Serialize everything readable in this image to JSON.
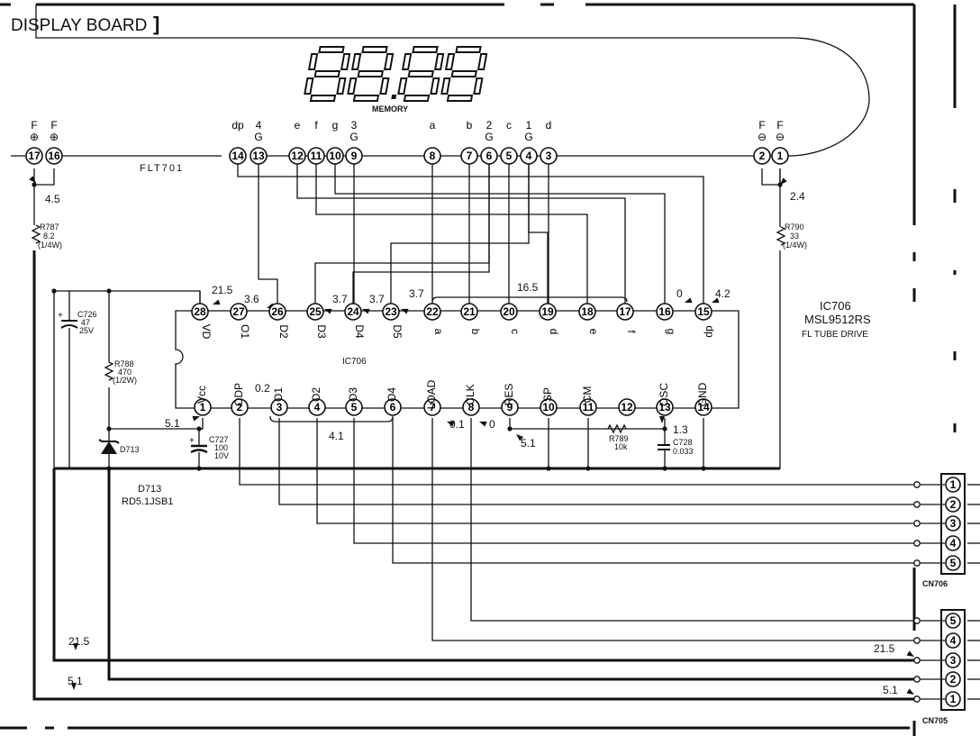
{
  "title": "DISPLAY BOARD",
  "display": {
    "digits": "88.88",
    "caption": "MEMORY",
    "ref": "FLT701"
  },
  "fl_tube_pins": [
    {
      "num": "17",
      "label": "F",
      "sym": "⊕"
    },
    {
      "num": "16",
      "label": "F",
      "sym": "⊕"
    },
    {
      "num": "14",
      "label": "dp",
      "sym": ""
    },
    {
      "num": "13",
      "label": "4",
      "sym": "G"
    },
    {
      "num": "12",
      "label": "e",
      "sym": ""
    },
    {
      "num": "11",
      "label": "f",
      "sym": ""
    },
    {
      "num": "10",
      "label": "g",
      "sym": ""
    },
    {
      "num": "9",
      "label": "3",
      "sym": "G"
    },
    {
      "num": "8",
      "label": "a",
      "sym": ""
    },
    {
      "num": "7",
      "label": "b",
      "sym": ""
    },
    {
      "num": "6",
      "label": "2",
      "sym": "G"
    },
    {
      "num": "5",
      "label": "c",
      "sym": ""
    },
    {
      "num": "4",
      "label": "1",
      "sym": "G"
    },
    {
      "num": "3",
      "label": "d",
      "sym": ""
    },
    {
      "num": "2",
      "label": "F",
      "sym": "⊖"
    },
    {
      "num": "1",
      "label": "F",
      "sym": "⊖"
    }
  ],
  "ic": {
    "ref": "IC706",
    "part": "MSL9512RS",
    "function": "FL TUBE DRIVE",
    "body_label": "IC706",
    "top_pins": [
      {
        "num": "28",
        "name": "VD"
      },
      {
        "num": "27",
        "name": "O1"
      },
      {
        "num": "26",
        "name": "D2"
      },
      {
        "num": "25",
        "name": "D3"
      },
      {
        "num": "24",
        "name": "D4"
      },
      {
        "num": "23",
        "name": "D5"
      },
      {
        "num": "22",
        "name": "a"
      },
      {
        "num": "21",
        "name": "b"
      },
      {
        "num": "20",
        "name": "c"
      },
      {
        "num": "19",
        "name": "d"
      },
      {
        "num": "18",
        "name": "e"
      },
      {
        "num": "17",
        "name": "f"
      },
      {
        "num": "16",
        "name": "g"
      },
      {
        "num": "15",
        "name": "dp"
      }
    ],
    "bottom_pins": [
      {
        "num": "1",
        "name": "Vcc"
      },
      {
        "num": "2",
        "name": "ODP"
      },
      {
        "num": "3",
        "name": "O1"
      },
      {
        "num": "4",
        "name": "O2"
      },
      {
        "num": "5",
        "name": "O3"
      },
      {
        "num": "6",
        "name": "O4"
      },
      {
        "num": "7",
        "name": "LOAD"
      },
      {
        "num": "8",
        "name": "CLK"
      },
      {
        "num": "9",
        "name": "RES"
      },
      {
        "num": "10",
        "name": "SP"
      },
      {
        "num": "11",
        "name": "CM"
      },
      {
        "num": "12",
        "name": ""
      },
      {
        "num": "13",
        "name": "OSC"
      },
      {
        "num": "14",
        "name": "GND"
      }
    ]
  },
  "voltages": {
    "v_45": "4.5",
    "v_24": "2.4",
    "v_215": "21.5",
    "v_36": "3.6",
    "v_37a": "3.7",
    "v_37b": "3.7",
    "v_37c": "3.7",
    "v_165": "16.5",
    "v_0": "0",
    "v_42": "4.2",
    "v_51": "5.1",
    "v_02": "0.2",
    "v_41": "4.1",
    "v_01": "0.1",
    "v_0b": "0",
    "v_51b": "5.1",
    "v_13": "1.3",
    "cn705_215": "21.5",
    "cn705_51": "5.1",
    "left_215": "21.5",
    "left_51": "5.1"
  },
  "components": {
    "r787": [
      "R787",
      "8.2",
      "(1/4W)"
    ],
    "r790": [
      "R790",
      "33",
      "(1/4W)"
    ],
    "r788": [
      "R788",
      "470",
      "(1/2W)"
    ],
    "r789": [
      "R789",
      "10k"
    ],
    "c726": [
      "C726",
      "47",
      "25V"
    ],
    "c727": [
      "C727",
      "100",
      "10V"
    ],
    "c728": [
      "C728",
      "0.033"
    ],
    "d713_small": "D713",
    "d713": [
      "D713",
      "RD5.1JSB1"
    ]
  },
  "connectors": {
    "cn706": {
      "ref": "CN706",
      "pins": [
        "1",
        "2",
        "3",
        "4",
        "5"
      ]
    },
    "cn705": {
      "ref": "CN705",
      "pins": [
        "5",
        "4",
        "3",
        "2",
        "1"
      ]
    }
  }
}
